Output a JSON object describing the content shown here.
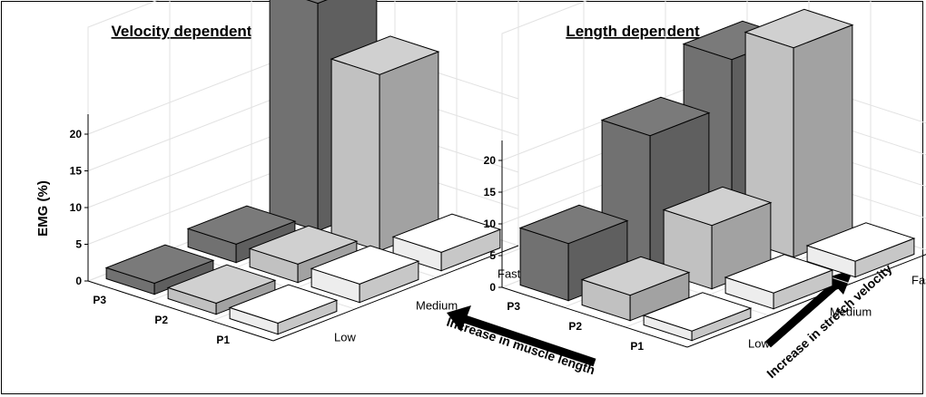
{
  "chart_data": [
    {
      "type": "bar",
      "title": "Velocity dependent",
      "ylabel": "EMG (%)",
      "ylim": [
        0,
        24
      ],
      "yticks": [
        0,
        5,
        10,
        15,
        20
      ],
      "rows": [
        "P3",
        "P2",
        "P1"
      ],
      "columns": [
        "Low",
        "Medium",
        "Fast"
      ],
      "colors": [
        "#7a7a7a",
        "#d0d0d0",
        "#ffffff"
      ],
      "values": [
        [
          1.5,
          2.5,
          31
        ],
        [
          1.5,
          2.5,
          24
        ],
        [
          1.5,
          2.5,
          2.5
        ]
      ]
    },
    {
      "type": "bar",
      "title": "Length dependent",
      "ylabel": "",
      "ylim": [
        0,
        24
      ],
      "yticks": [
        0,
        5,
        10,
        15,
        20
      ],
      "rows": [
        "P3",
        "P2",
        "P1"
      ],
      "columns": [
        "Low",
        "Medium",
        "Fast"
      ],
      "colors": [
        "#7a7a7a",
        "#d0d0d0",
        "#ffffff"
      ],
      "values": [
        [
          9,
          21,
          28
        ],
        [
          4,
          10,
          33
        ],
        [
          1.5,
          2.5,
          2.5
        ]
      ]
    }
  ],
  "annotations": {
    "muscle_length": "Increase in muscle length",
    "stretch_velocity": "Increase in stretch velocity"
  }
}
